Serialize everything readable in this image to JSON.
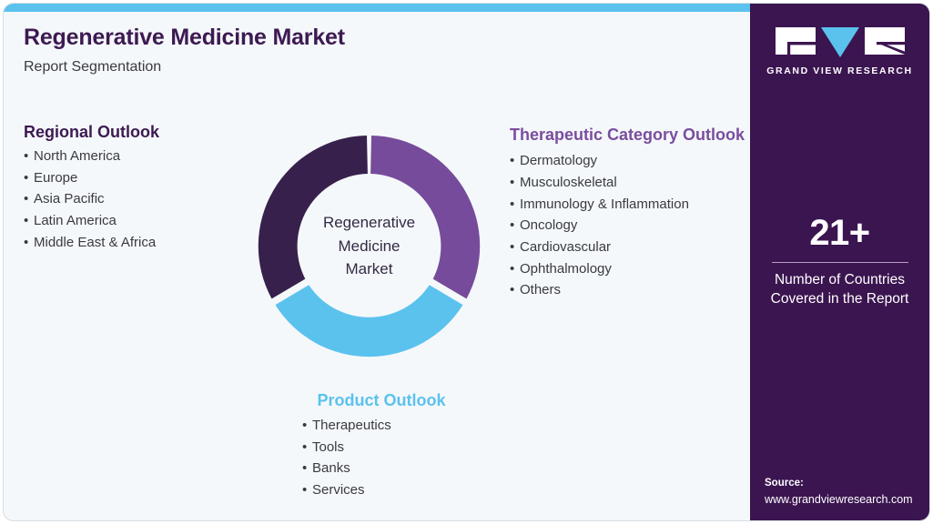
{
  "header": {
    "title": "Regenerative Medicine Market",
    "subtitle": "Report Segmentation"
  },
  "colors": {
    "background": "#f4f8fa",
    "accent_bar": "#5bc2ee",
    "title_purple": "#3d1a52",
    "panel_purple": "#3b1550",
    "segment_dark_purple": "#37214c",
    "segment_medium_purple": "#764b9b",
    "segment_light_blue": "#5bc2ee",
    "body_text": "#3a3a42"
  },
  "donut": {
    "center_label_lines": [
      "Regenerative",
      "Medicine",
      "Market"
    ]
  },
  "chart_data": {
    "type": "pie",
    "title": "Regenerative Medicine Market",
    "subtitle": "Report Segmentation",
    "categories": [
      "Regional Outlook",
      "Therapeutic Category Outlook",
      "Product Outlook"
    ],
    "values": [
      33.3,
      33.3,
      33.3
    ],
    "colors": [
      "#37214c",
      "#764b9b",
      "#5bc2ee"
    ],
    "legend_position": "around-chart",
    "grid": false,
    "notes": "Donut chart with three equal segments, one per segmentation axis"
  },
  "segments": {
    "regional": {
      "heading": "Regional Outlook",
      "bullet": "•",
      "items": [
        "North America",
        "Europe",
        "Asia Pacific",
        "Latin America",
        "Middle East & Africa"
      ]
    },
    "therapeutic": {
      "heading": "Therapeutic Category Outlook",
      "bullet": "•",
      "items": [
        "Dermatology",
        "Musculoskeletal",
        "Immunology & Inflammation",
        "Oncology",
        "Cardiovascular",
        "Ophthalmology",
        "Others"
      ]
    },
    "product": {
      "heading": "Product Outlook",
      "bullet": "•",
      "items": [
        "Therapeutics",
        "Tools",
        "Banks",
        "Services"
      ]
    }
  },
  "panel": {
    "logo_text": "GRAND VIEW RESEARCH",
    "stat_number": "21+",
    "stat_label_line1": "Number of Countries",
    "stat_label_line2": "Covered in the Report",
    "source_title": "Source:",
    "source_url": "www.grandviewresearch.com"
  }
}
